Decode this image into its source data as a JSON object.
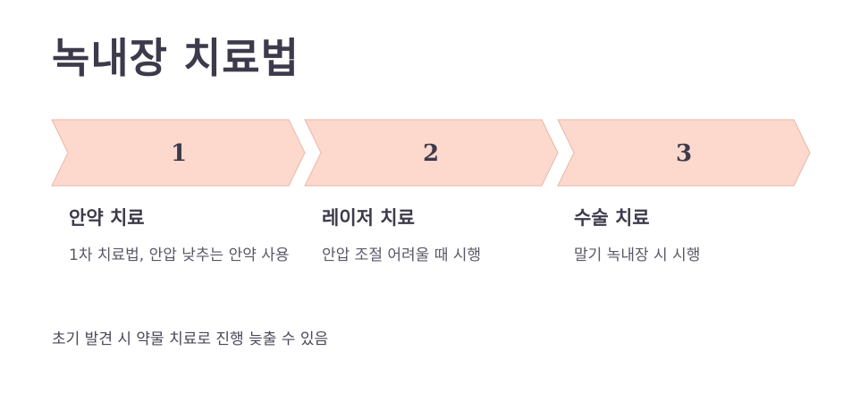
{
  "title": "녹내장 치료법",
  "colors": {
    "arrow_fill": "#fdd8cd",
    "arrow_stroke": "#e9b8a8",
    "text_dark": "#3d3a4b"
  },
  "steps": [
    {
      "number": "1",
      "heading": "안약 치료",
      "description": "1차 치료법, 안압 낮추는 안약 사용"
    },
    {
      "number": "2",
      "heading": "레이저 치료",
      "description": "안압 조절 어려울 때 시행"
    },
    {
      "number": "3",
      "heading": "수술 치료",
      "description": "말기 녹내장 시 시행"
    }
  ],
  "footnote": "초기 발견 시 약물 치료로 진행 늦출 수 있음"
}
